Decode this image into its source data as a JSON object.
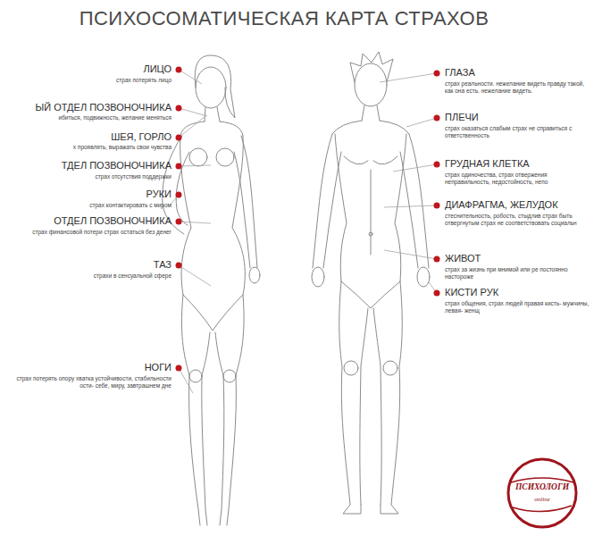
{
  "diagram": {
    "title": "ПСИХОСОМАТИЧЕСКАЯ КАРТА СТРАХОВ",
    "labels": [
      "ЛИЦО",
      "страх потерять лицо",
      "ЫЙ ОТДЕЛ ПОЗВОНОЧНИКА",
      "ибиться, подвижность, желание меняться",
      "ШЕЯ, ГОРЛО",
      "х проявлять, выражать свои чувства",
      "ТДЕЛ ПОЗВОНОЧНИКА",
      "страх отсутствия поддержки",
      "РУКИ",
      "страх контактировать с миром",
      "ОТДЕЛ ПОЗВОНОЧНИКА",
      "страх финансовой потери страх остаться без денег",
      "ТАЗ",
      "страхи в сенсуальной сфере",
      "НОГИ",
      "страх потерять опору хватка устойчивости, стабильности ости- себе, миру, завтрашнем дне",
      "ГЛАЗА",
      "страх реальности. нежелание видеть правду такой, как она есть. нежелание видеть.",
      "ПЛЕЧИ",
      "страх оказаться слабым страх не справиться с ответственность",
      "ГРУДНАЯ КЛЕТКА",
      "страх одиночества, страх отвержения неправильность, недостойность, непо",
      "ДИАФРАГМА, ЖЕЛУДОК",
      "стеснительность, робость, стыдлив страх быть отвергнутым страх не соответствовать социальн",
      "ЖИВОТ",
      "страх за жизнь при мнимой или ре постоянно настороже",
      "КИСТИ РУК",
      "страх общения, страх людей правая кисть- мужчины, левая- женщ",
      "ПСИХОЛОГИ",
      "online"
    ]
  }
}
